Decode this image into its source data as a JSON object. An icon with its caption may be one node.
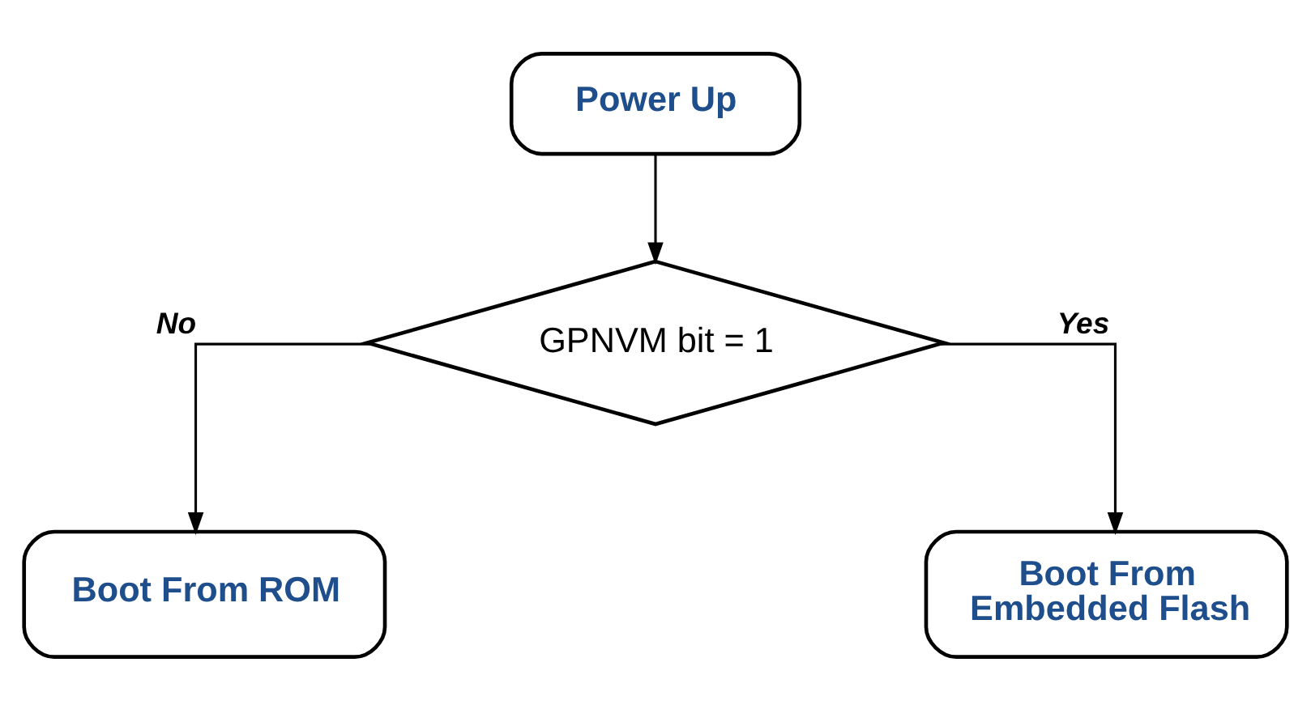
{
  "diagram": {
    "nodes": [
      {
        "text": [
          "Power Up"
        ]
      },
      {
        "text": [
          "GPNVM bit = 1"
        ]
      },
      {
        "text": [
          "Boot From ROM"
        ]
      },
      {
        "text": [
          "Boot From Embedded Flash"
        ]
      }
    ],
    "edges": [
      {
        "from": 0,
        "to": 1,
        "arrow": "to"
      },
      {
        "from": 1,
        "to": 2,
        "arrow": "to",
        "label": "No"
      },
      {
        "from": 1,
        "to": 3,
        "arrow": "to",
        "label": "Yes"
      }
    ]
  }
}
